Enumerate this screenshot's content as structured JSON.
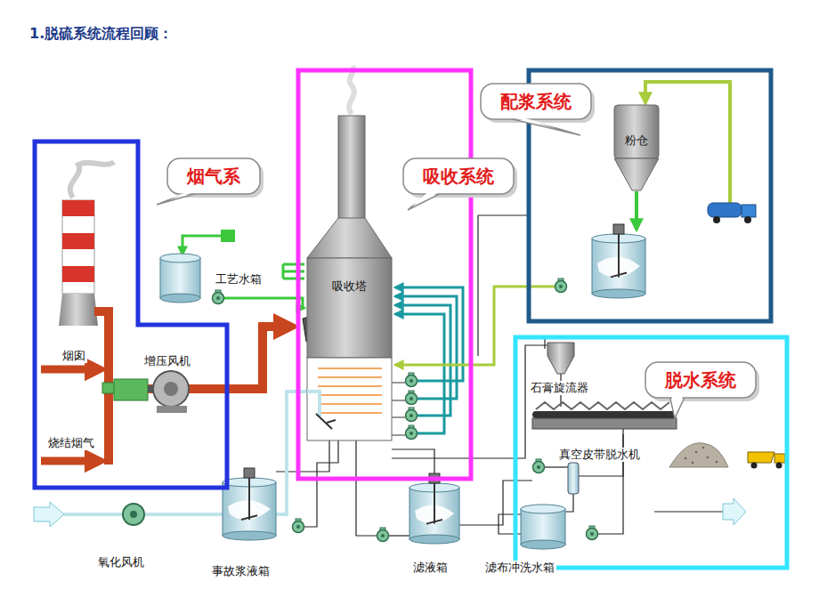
{
  "diagram": {
    "title": "1.脱硫系统流程回顾：",
    "nodes": [
      {
        "text": [
          "烟气系"
        ]
      },
      {
        "text": [
          "吸收系统"
        ]
      },
      {
        "text": [
          "配浆系统"
        ]
      },
      {
        "text": [
          "脱水系统"
        ]
      },
      {
        "text": [
          "吸收塔"
        ],
        "in": 1
      },
      {
        "text": [
          "粉仓"
        ],
        "in": 2
      }
    ],
    "labels": [
      "工艺水箱",
      "烟囱",
      "增压风机",
      "烧结烟气",
      "石膏旋流器",
      "真空皮带脱水机",
      "氧化风机",
      "事故浆液箱",
      "滤液箱",
      "滤布冲洗水箱"
    ]
  }
}
